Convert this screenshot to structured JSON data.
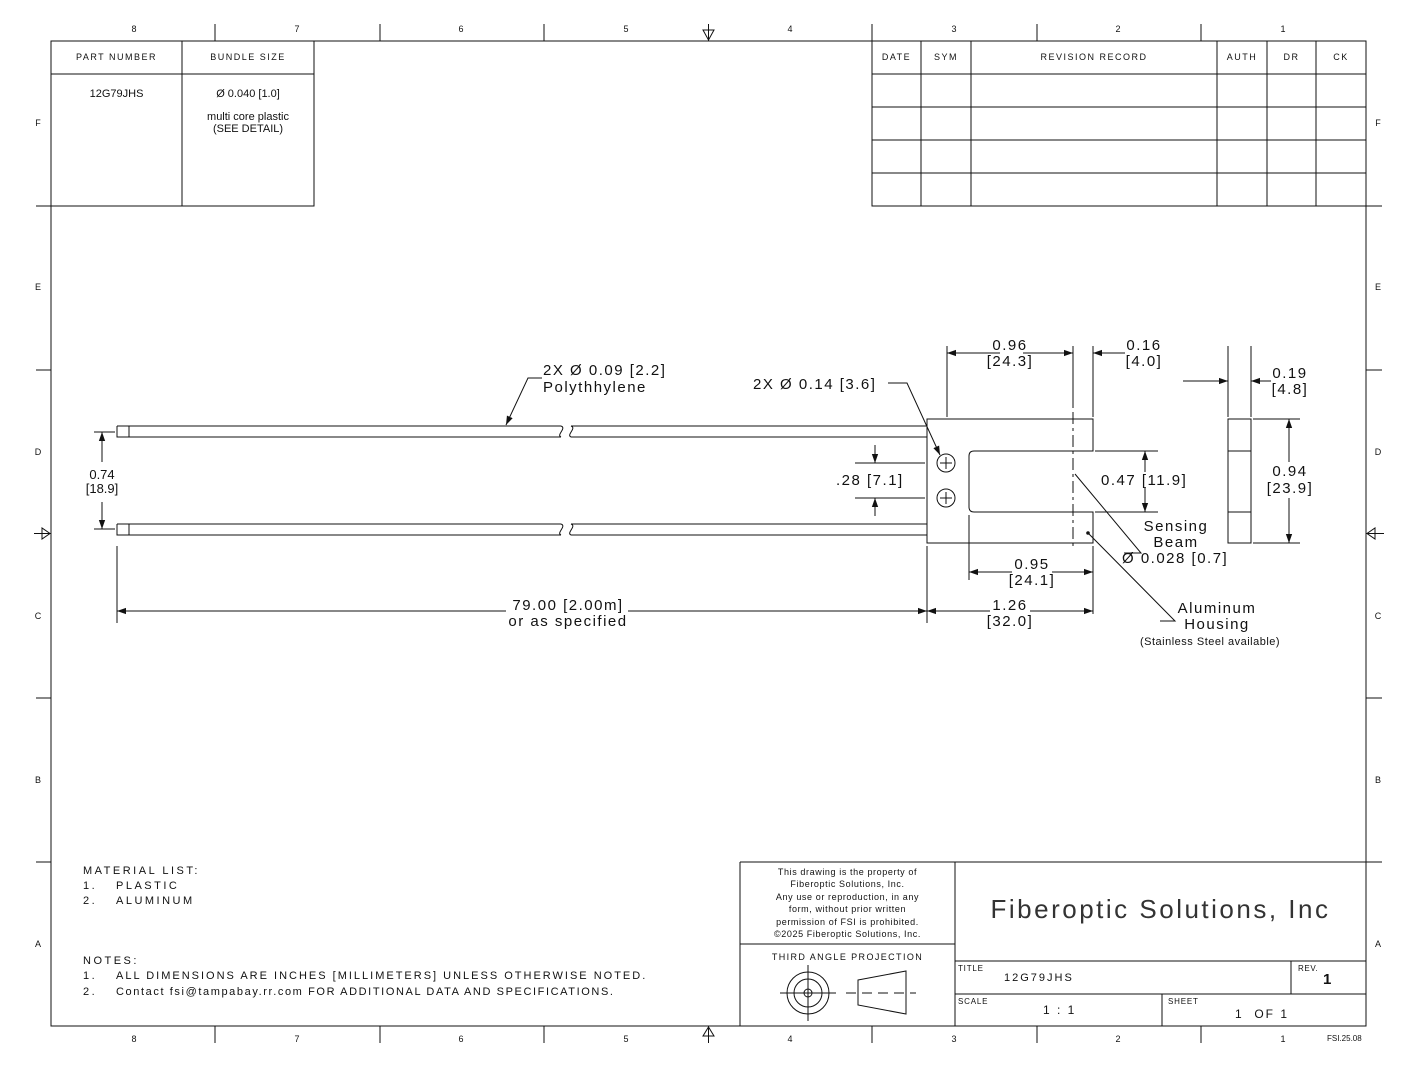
{
  "border": {
    "columns": [
      "8",
      "7",
      "6",
      "5",
      "4",
      "3",
      "2",
      "1"
    ],
    "rows": [
      "F",
      "E",
      "D",
      "C",
      "B",
      "A"
    ],
    "code": "FSI.25.08"
  },
  "parts_table": {
    "headers": [
      "PART NUMBER",
      "BUNDLE SIZE"
    ],
    "part_number": "12G79JHS",
    "bundle_size": "Ø 0.040 [1.0]",
    "bundle_note": [
      "multi core plastic",
      "(SEE DETAIL)"
    ]
  },
  "revision_table": {
    "headers": [
      "DATE",
      "SYM",
      "REVISION RECORD",
      "AUTH",
      "DR",
      "CK"
    ]
  },
  "dims": {
    "cable_dia": [
      "2X Ø 0.09 [2.2]",
      "Polythhylene"
    ],
    "hole_dia": "2X Ø 0.14 [3.6]",
    "spacing": [
      "0.74",
      "[18.9]"
    ],
    "hole_spacing": ".28 [7.1]",
    "length": [
      "79.00 [2.00m]",
      "or as specified"
    ],
    "slot_depth": [
      "0.96",
      "[24.3]"
    ],
    "arm_width": [
      "0.16",
      "[4.0]"
    ],
    "slot_gap": "0.47 [11.9]",
    "slot_len": [
      "0.95",
      "[24.1]"
    ],
    "housing_len": [
      "1.26",
      "[32.0]"
    ],
    "thickness": [
      "0.19",
      "[4.8]"
    ],
    "height": [
      "0.94",
      "[23.9]"
    ],
    "sensing": [
      "Sensing",
      "Beam",
      "Ø 0.028 [0.7]"
    ],
    "housing": [
      "Aluminum",
      "Housing",
      "(Stainless Steel available)"
    ]
  },
  "materials": {
    "title": "MATERIAL LIST:",
    "items": [
      {
        "num": "1.",
        "text": "PLASTIC"
      },
      {
        "num": "2.",
        "text": "ALUMINUM"
      }
    ]
  },
  "notes": {
    "title": "NOTES:",
    "items": [
      {
        "num": "1.",
        "text": "ALL DIMENSIONS ARE INCHES [MILLIMETERS] UNLESS OTHERWISE NOTED."
      },
      {
        "num": "2.",
        "text": "Contact fsi@tampabay.rr.com FOR ADDITIONAL DATA AND SPECIFICATIONS."
      }
    ]
  },
  "title_block": {
    "property": [
      "This drawing is the property of",
      "Fiberoptic Solutions, Inc.",
      "Any use or reproduction, in any",
      "form, without prior written",
      "permission of FSI is prohibited.",
      "©2025 Fiberoptic Solutions, Inc."
    ],
    "projection": "THIRD ANGLE PROJECTION",
    "company": "Fiberoptic Solutions, Inc",
    "title_label": "TITLE",
    "title": "12G79JHS",
    "rev_label": "REV.",
    "rev": "1",
    "scale_label": "SCALE",
    "scale": "1 : 1",
    "sheet_label": "SHEET",
    "sheet": "1  OF 1"
  }
}
